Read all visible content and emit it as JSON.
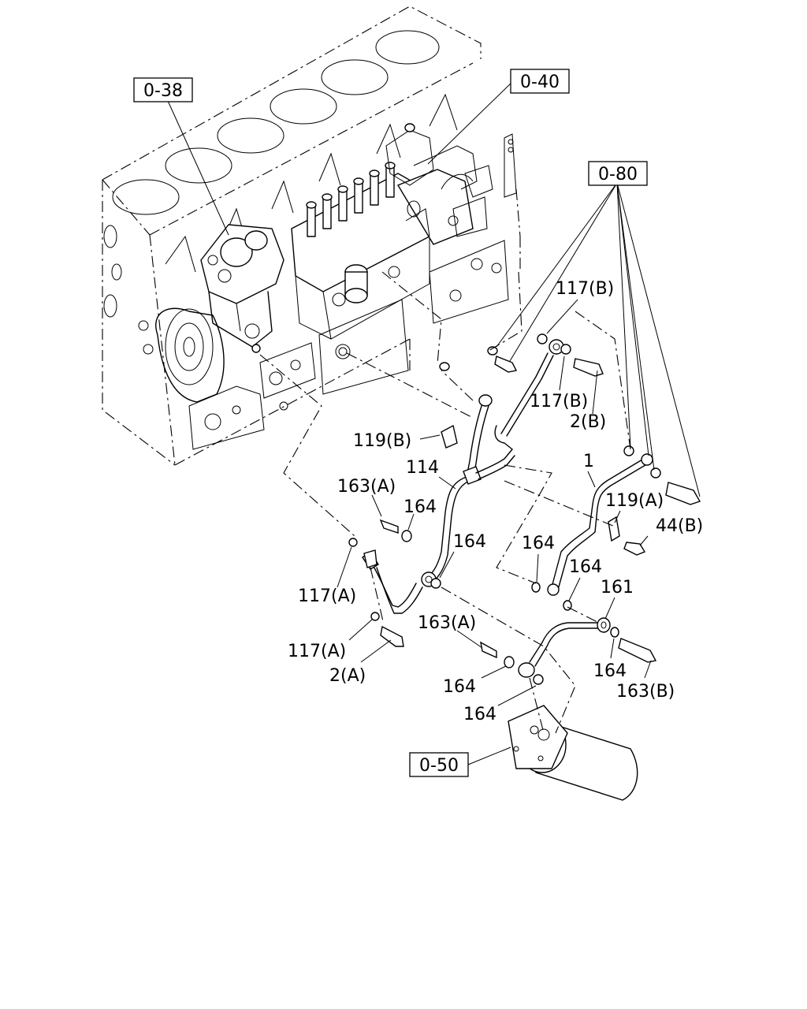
{
  "references": {
    "r038": "0-38",
    "r040": "0-40",
    "r080": "0-80",
    "r050": "0-50"
  },
  "labels": {
    "p117b_top": "117(B)",
    "p117b_mid": "117(B)",
    "p2b": "2(B)",
    "p1": "1",
    "p119b": "119(B)",
    "p114": "114",
    "p163a_top": "163(A)",
    "p164_a": "164",
    "p164_b": "164",
    "p164_c": "164",
    "p119a": "119(A)",
    "p44b": "44(B)",
    "p164_d": "164",
    "p161": "161",
    "p117a_top": "117(A)",
    "p117a_bot": "117(A)",
    "p2a": "2(A)",
    "p163a_bot": "163(A)",
    "p164_e": "164",
    "p164_f": "164",
    "p164_g": "164",
    "p163b": "163(B)"
  }
}
